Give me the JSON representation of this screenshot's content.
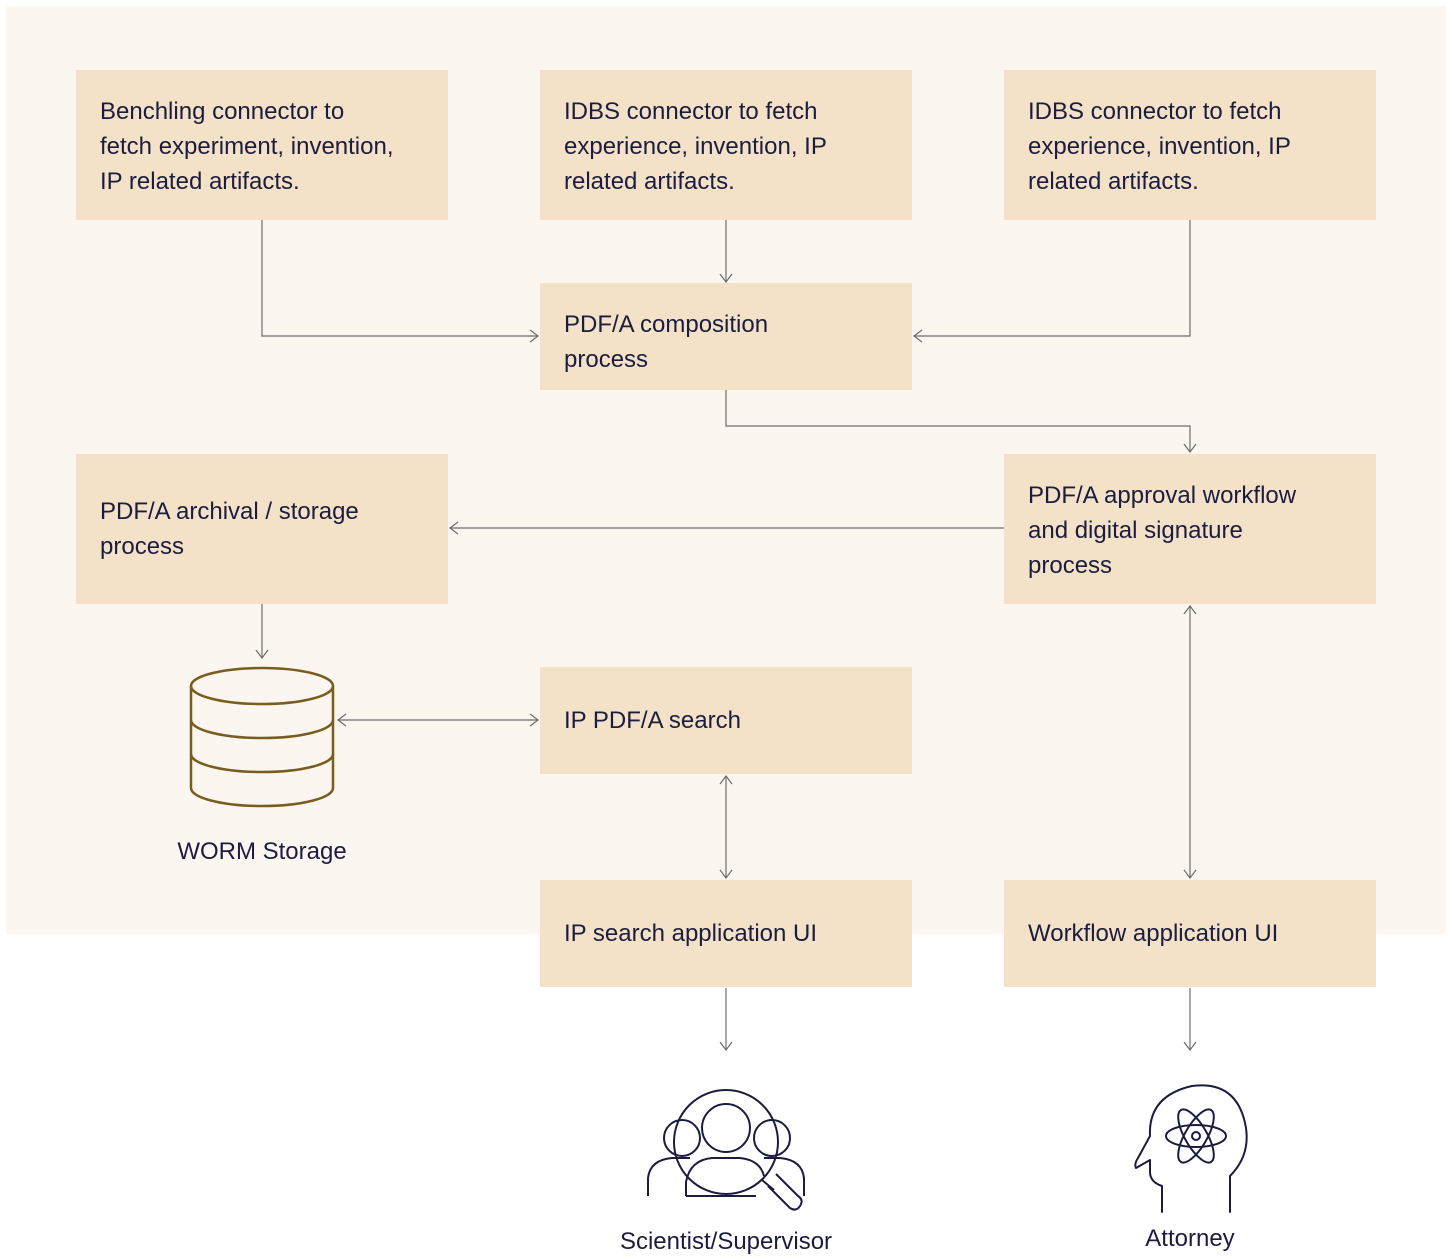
{
  "nodes": {
    "benchling": "Benchling connector to\nfetch experiment, invention,\nIP related artifacts.",
    "idbs1": "IDBS connector to fetch\nexperience, invention, IP\nrelated artifacts.",
    "idbs2": "IDBS connector to fetch\nexperience, invention, IP\nrelated artifacts.",
    "composition": "PDF/A composition\nprocess",
    "archival": "PDF/A archival / storage\nprocess",
    "approval": "PDF/A approval workflow\nand digital signature\nprocess",
    "search": "IP PDF/A search",
    "search_ui": "IP search application UI",
    "workflow_ui": "Workflow application UI"
  },
  "labels": {
    "worm": "WORM Storage",
    "scientist": "Scientist/Supervisor",
    "attorney": "Attorney"
  },
  "colors": {
    "panel": "#fbf6f0",
    "box": "#f3e2c7",
    "text": "#1c1c3f",
    "line": "#6e6e6e",
    "database": "#7a5c1e"
  }
}
